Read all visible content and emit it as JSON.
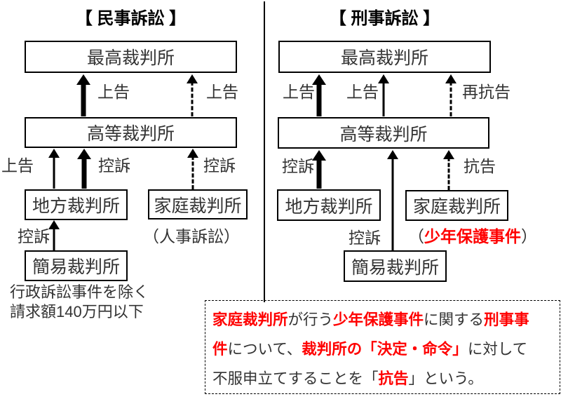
{
  "sections": {
    "civil": {
      "title": "【 民事訴訟 】",
      "courts": {
        "supreme": "最高裁判所",
        "high": "高等裁判所",
        "district": "地方裁判所",
        "family": "家庭裁判所",
        "summary": "簡易裁判所"
      },
      "labels": {
        "appeal_supreme_thick": "上告",
        "appeal_supreme_dashed": "上告",
        "appeal_high_left": "上告",
        "appeal_high_thick": "控訴",
        "appeal_high_dashed": "控訴",
        "appeal_district": "控訴",
        "family_note": "（人事訴訟）",
        "summary_note_1": "行政訴訟事件を除く",
        "summary_note_2": "請求額140万円以下"
      }
    },
    "criminal": {
      "title": "【 刑事訴訟 】",
      "courts": {
        "supreme": "最高裁判所",
        "high": "高等裁判所",
        "district": "地方裁判所",
        "family": "家庭裁判所",
        "summary": "簡易裁判所"
      },
      "labels": {
        "appeal_supreme_thick": "上告",
        "appeal_supreme_thin": "上告",
        "re_kokoku": "再抗告",
        "appeal_high_thick": "控訴",
        "appeal_high_summary": "控訴",
        "kokoku": "抗告",
        "family_note_open": "（",
        "family_note_main": "少年保護事件",
        "family_note_close": "）"
      }
    }
  },
  "note_box": {
    "lines": [
      {
        "s0": "家庭裁判所",
        "s1": "が行う",
        "s2": "少年保護事件",
        "s3": "に関する",
        "s4": "刑事事"
      },
      {
        "s0": "件",
        "s1": "について、",
        "s2": "裁判所の「決定・命令」",
        "s3": "に対して"
      },
      {
        "s0": "不服申立てすることを「",
        "s1": "抗告",
        "s2": "」という。"
      }
    ]
  },
  "colors": {
    "accent_red": "#ff0000",
    "ink": "#000000"
  }
}
